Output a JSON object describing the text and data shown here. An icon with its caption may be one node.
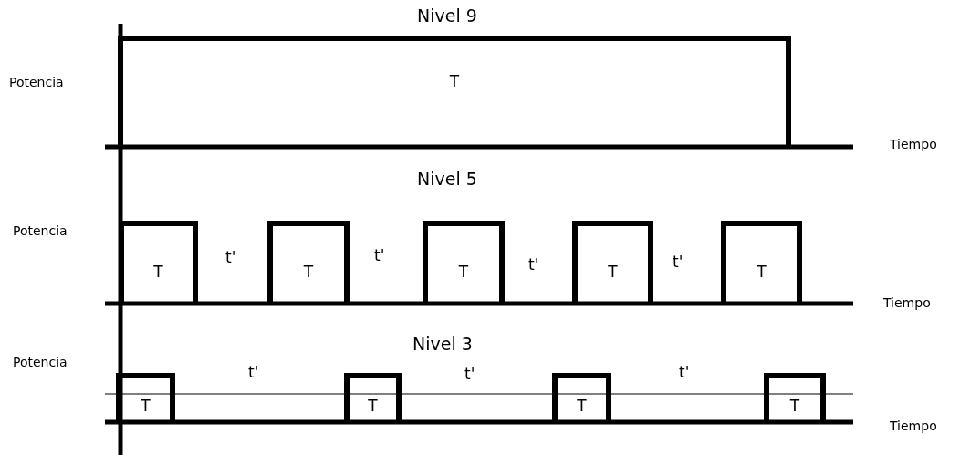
{
  "diagram": {
    "nodes": [
      {
        "text": [
          "T"
        ]
      },
      {
        "text": [
          "T"
        ]
      },
      {
        "text": [
          "T"
        ]
      },
      {
        "text": [
          "T"
        ]
      },
      {
        "text": [
          "T"
        ]
      },
      {
        "text": [
          "T"
        ]
      },
      {
        "text": [
          "T"
        ]
      },
      {
        "text": [
          "T"
        ]
      },
      {
        "text": [
          "T"
        ]
      },
      {
        "text": [
          "T"
        ]
      }
    ],
    "labels": [
      "Nivel 9",
      "Potencia",
      "Tiempo",
      "Nivel 5",
      "Potencia",
      "t'",
      "t'",
      "t'",
      "t'",
      "Tiempo",
      "Nivel 3",
      "Potencia",
      "t'",
      "t'",
      "t'",
      "Tiempo"
    ]
  }
}
